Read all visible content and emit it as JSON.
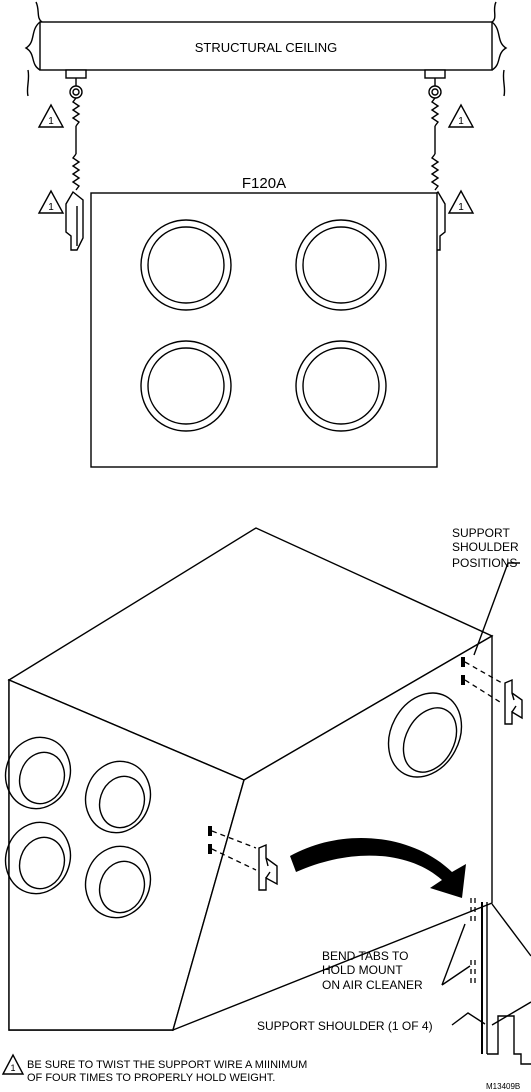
{
  "top_view": {
    "ceiling_label": "STRUCTURAL CEILING",
    "unit_label": "F120A",
    "callout_number": "1"
  },
  "iso_view": {
    "support_shoulder_positions": [
      "SUPPORT",
      "SHOULDER",
      "POSITIONS"
    ],
    "bend_tabs": [
      "BEND TABS TO",
      "HOLD MOUNT",
      "ON AIR CLEANER"
    ],
    "support_shoulder": "SUPPORT SHOULDER (1 OF 4)"
  },
  "note": {
    "number": "1",
    "lines": [
      "BE SURE TO TWIST THE SUPPORT WIRE A MIINIMUM",
      "OF FOUR TIMES TO PROPERLY HOLD WEIGHT."
    ]
  },
  "figure_id": "M13409B"
}
